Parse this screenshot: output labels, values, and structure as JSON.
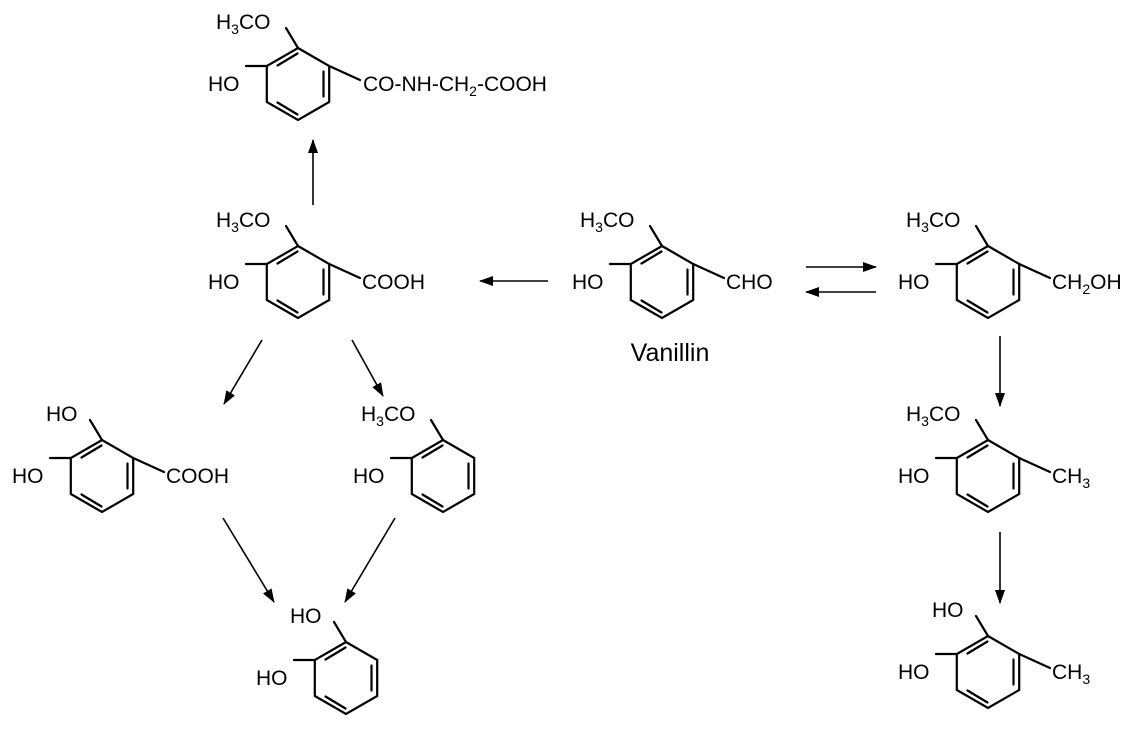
{
  "compound_name": "Vanillin",
  "labels": {
    "h3co": "H3CO",
    "ho": "HO",
    "cho": "CHO",
    "cooh": "COOH",
    "ch2oh": "CH2OH",
    "ch3": "CH3",
    "glycine_chain": "CO-NH-CH2-COOH"
  },
  "structures": [
    {
      "name": "vanillyl-glycine",
      "substituents": [
        "H3CO",
        "HO",
        "CO-NH-CH2-COOH"
      ]
    },
    {
      "name": "vanillic-acid",
      "substituents": [
        "H3CO",
        "HO",
        "COOH"
      ]
    },
    {
      "name": "vanillin",
      "substituents": [
        "H3CO",
        "HO",
        "CHO"
      ],
      "caption": "Vanillin"
    },
    {
      "name": "vanillyl-alcohol",
      "substituents": [
        "H3CO",
        "HO",
        "CH2OH"
      ]
    },
    {
      "name": "protocatechuic-acid",
      "substituents": [
        "HO",
        "HO",
        "COOH"
      ]
    },
    {
      "name": "guaiacol",
      "substituents": [
        "H3CO",
        "HO"
      ]
    },
    {
      "name": "creosol",
      "substituents": [
        "H3CO",
        "HO",
        "CH3"
      ]
    },
    {
      "name": "catechol",
      "substituents": [
        "HO",
        "HO"
      ]
    },
    {
      "name": "methylcatechol",
      "substituents": [
        "HO",
        "HO",
        "CH3"
      ]
    }
  ],
  "reactions": [
    {
      "from": "vanillin",
      "to": "vanillic-acid"
    },
    {
      "from": "vanillin",
      "to": "vanillyl-alcohol",
      "reversible": true
    },
    {
      "from": "vanillic-acid",
      "to": "vanillyl-glycine"
    },
    {
      "from": "vanillic-acid",
      "to": "protocatechuic-acid"
    },
    {
      "from": "vanillic-acid",
      "to": "guaiacol"
    },
    {
      "from": "protocatechuic-acid",
      "to": "catechol"
    },
    {
      "from": "guaiacol",
      "to": "catechol"
    },
    {
      "from": "vanillyl-alcohol",
      "to": "creosol"
    },
    {
      "from": "creosol",
      "to": "methylcatechol"
    }
  ]
}
